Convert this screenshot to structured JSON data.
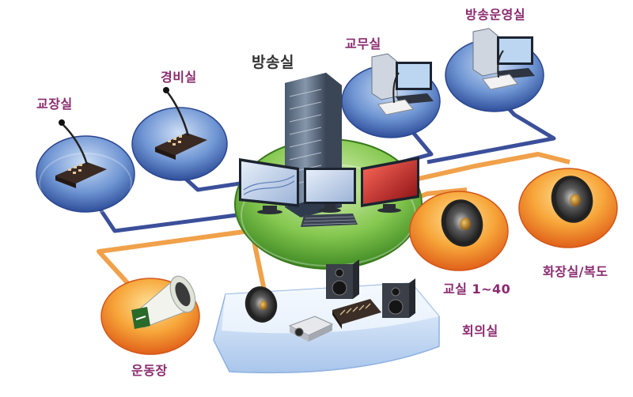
{
  "colors": {
    "blue_line": "#3b4f9a",
    "orange_line": "#f0a14a",
    "blue_disc": "#5b84c8",
    "green_disc": "#7ec24a",
    "orange_disc": "#f08a2a",
    "label": "#8a2a6e"
  },
  "labels": {
    "broadcast_room": "방송실",
    "principal_room": "교장실",
    "guard_room": "경비실",
    "staff_room": "교무실",
    "operation_room": "방송운영실",
    "classroom": "교실 1~40",
    "restroom": "화장실/복도",
    "playground": "운동장",
    "meeting_room": "회의실"
  },
  "icons": {
    "server": "server-rack-icon",
    "monitor": "monitor-icon",
    "keyboard": "keyboard-icon",
    "microphone": "desk-microphone-icon",
    "computer": "desktop-computer-icon",
    "speaker": "speaker-icon",
    "megaphone": "horn-speaker-icon",
    "projector": "projector-icon",
    "mixer": "audio-mixer-icon"
  }
}
